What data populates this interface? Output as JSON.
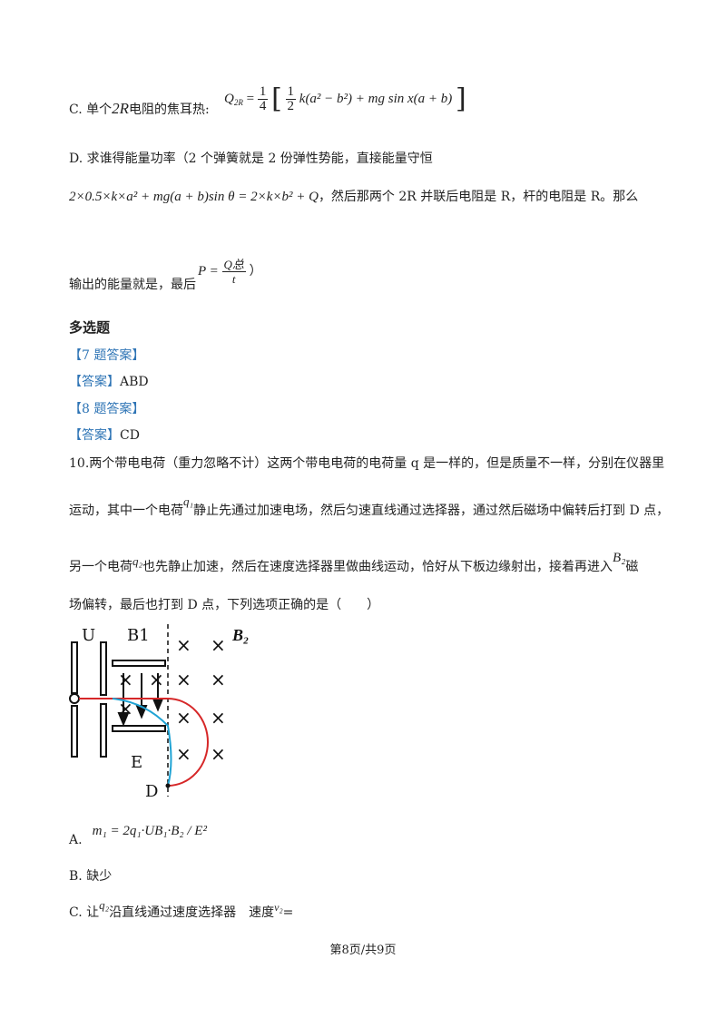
{
  "option_c": {
    "label": "C.",
    "text": "单个",
    "two_r": "2R",
    "text2": "电阻的焦耳热:",
    "formula_lhs": "Q",
    "formula_lhs_sub": "2R",
    "eq": "=",
    "frac_num": "1",
    "frac_den": "4",
    "inner_num": "1",
    "inner_den": "2",
    "inner_expr": "k(a² − b²) + mg sin x(a + b)"
  },
  "option_d": {
    "label": "D.",
    "text": "求谁得能量功率（2 个弹簧就是 2 份弹性势能，直接能量守恒",
    "equation": "2×0.5×k×a² + mg(a + b)sin θ = 2×k×b² + Q",
    "after_eq": "，然后那两个 2R 并联后电阻是 R，杆的电阻是 R。那么",
    "line3": "输出的能量就是，最后",
    "power_lhs": "P =",
    "power_num": "Q总",
    "power_den": "t",
    "closing": "）"
  },
  "section_title": "多选题",
  "q7": {
    "tag": "【7 题答案】",
    "answer_tag": "【答案】",
    "answer": "ABD"
  },
  "q8": {
    "tag": "【8 题答案】",
    "answer_tag": "【答案】",
    "answer": "CD"
  },
  "q10": {
    "line1": "10.两个带电电荷（重力忽略不计）这两个带电电荷的电荷量 q 是一样的，但是质量不一样，分别在仪器里",
    "line2a": "运动，其中一个电荷",
    "q1": "q₁",
    "line2b": "静止先通过加速电场，然后匀速直线通过选择器，通过然后磁场中偏转后打到 D 点，",
    "line3a": "另一个电荷",
    "q2": "q₂",
    "line3b": "也先静止加速，然后在速度选择器里做曲线运动，恰好从下板边缘射出，接着再进入",
    "b2": "B₂",
    "line3c": "磁",
    "line4": "场偏转，最后也打到 D 点，下列选项正确的是（　　）"
  },
  "diagram": {
    "label_u": "U",
    "label_b1": "B1",
    "label_b2": "B₂",
    "label_e": "E",
    "label_d": "D",
    "cross": "×"
  },
  "opt_a": {
    "label": "A.",
    "formula": "m₁ = 2q₁·UB₁·B₂ / E²"
  },
  "opt_b": {
    "label": "B.",
    "text": "缺少"
  },
  "opt_c2": {
    "label": "C.",
    "text1": "让",
    "q2": "q₂",
    "text2": "沿直线通过速度选择器　速度",
    "v2": "v₂",
    "eq": "="
  },
  "footer": "第8页/共9页",
  "colors": {
    "red_path": "#d62728",
    "blue_path": "#1fa3d4",
    "tag_blue": "#2e74b5"
  }
}
